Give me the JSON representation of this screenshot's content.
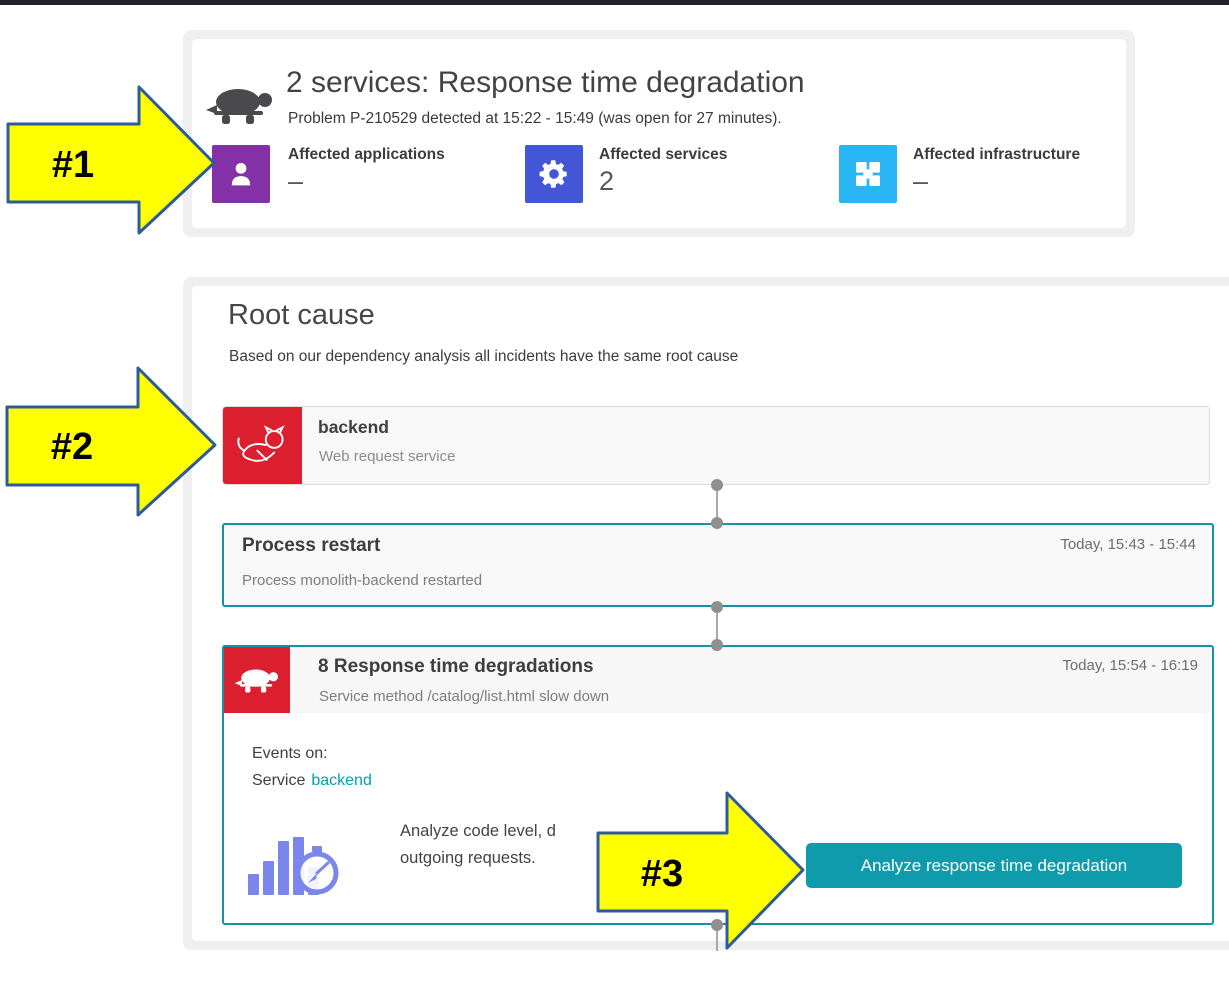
{
  "problem_header": {
    "title": "2 services: Response time degradation",
    "subtitle": "Problem P-210529 detected at 15:22 - 15:49 (was open for 27 minutes).",
    "icon": "turtle-icon",
    "stats": [
      {
        "label": "Affected applications",
        "value": "–",
        "icon": "user-icon",
        "color": "#8430a6"
      },
      {
        "label": "Affected services",
        "value": "2",
        "icon": "gear-icon",
        "color": "#4356d6"
      },
      {
        "label": "Affected infrastructure",
        "value": "–",
        "icon": "infrastructure-icon",
        "color": "#2ab6f4"
      }
    ]
  },
  "root_cause": {
    "title": "Root cause",
    "subtitle": "Based on our dependency analysis all incidents have the same root cause",
    "service": {
      "name": "backend",
      "type": "Web request service",
      "icon": "tomcat-icon",
      "tile_color": "#dc1f2e"
    },
    "events": [
      {
        "title": "Process restart",
        "time": "Today, 15:43 - 15:44",
        "description": "Process monolith-backend restarted"
      },
      {
        "title": "8 Response time degradations",
        "time": "Today, 15:54 - 16:19",
        "description": "Service method /catalog/list.html slow down",
        "icon": "turtle-icon",
        "tile_color": "#dc1f2e",
        "events_on_label": "Events on:",
        "events_on_service_prefix": "Service",
        "events_on_service_link": "backend",
        "analyze_icon": "barchart-stopwatch-icon",
        "analyze_text_line1": "Analyze code level, d",
        "analyze_text_line2": "outgoing requests.",
        "button_label": "Analyze response time degradation"
      }
    ]
  },
  "annotations": [
    {
      "label": "#1"
    },
    {
      "label": "#2"
    },
    {
      "label": "#3"
    }
  ],
  "colors": {
    "top_bar": "#20222c",
    "section_bg": "#efefef",
    "event_border_teal": "#1391a5",
    "button_teal": "#0e9bab",
    "link_teal": "#00a1b2",
    "severity_red": "#dc1f2e",
    "chart_periwinkle": "#7a86ec",
    "annotation_yellow": "#ffff00",
    "annotation_border": "#2e5b9e"
  }
}
